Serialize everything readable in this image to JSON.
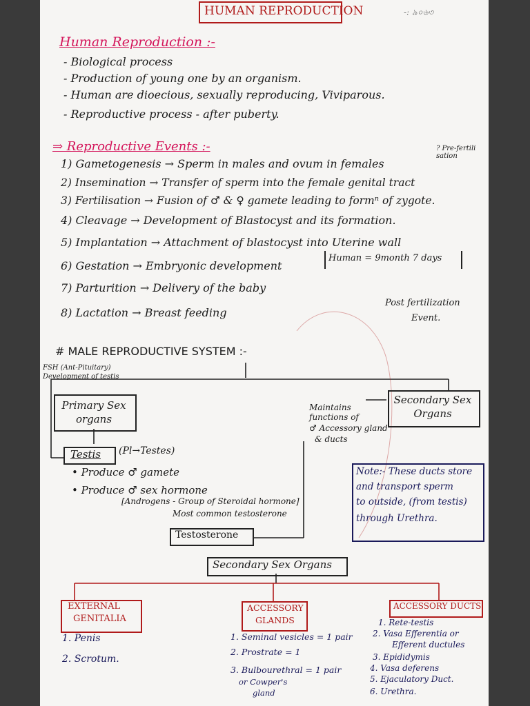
{
  "title": "HUMAN REPRODUCTION",
  "corner_scrawl": "-: ৯০৬৩",
  "intro": {
    "heading": "Human Reproduction :-",
    "bullets": [
      "- Biological process",
      "- Production of young one by an organism.",
      "- Human are dioecious, sexually reproducing, Viviparous.",
      "- Reproductive process - after puberty."
    ]
  },
  "events": {
    "heading": "⇒ Reproductive Events :-",
    "items": [
      "1) Gametogenesis → Sperm in males and ovum in females",
      "2) Insemination → Transfer of sperm into the female genital tract",
      "3) Fertilisation → Fusion of ♂ & ♀ gamete leading to formⁿ of zygote.",
      "4) Cleavage → Development of Blastocyst and its formation.",
      "5) Implantation → Attachment of blastocyst into Uterine wall",
      "6) Gestation → Embryonic development",
      "7) Parturition → Delivery of the baby",
      "8) Lactation → Breast feeding"
    ],
    "pre_note": "? Pre-fertili sation",
    "gestation_note": "Human = 9month 7 days",
    "post_note_1": "Post fertilization",
    "post_note_2": "Event."
  },
  "male": {
    "heading": "# MALE REPRODUCTIVE SYSTEM :-",
    "fsh_line1": "FSH (Ant-Pituitary)",
    "fsh_line2": "Development of testis",
    "primary_box": "Primary Sex organs",
    "maintains": [
      "Maintains",
      "functions of",
      "♂ Accessory gland",
      "& ducts"
    ],
    "secondary_box": "Secondary Sex Organs",
    "testis_box": "Testis",
    "testis_note": "(Pl→Testes)",
    "produce_1": "• Produce ♂ gamete",
    "produce_2": "• Produce ♂ sex hormone",
    "androgens": "[Androgens - Group of Steroidal hormone]",
    "most_common": "Most common testosterone",
    "testosterone_box": "Testosterone",
    "note_lines": [
      "Note:- These ducts store",
      "and transport sperm",
      "to outside, (from testis)",
      "through Urethra."
    ],
    "secondary_center": "Secondary Sex Organs",
    "external": {
      "title": [
        "EXTERNAL",
        "GENITALIA"
      ],
      "items": [
        "1. Penis",
        "2. Scrotum."
      ]
    },
    "glands": {
      "title": [
        "ACCESSORY",
        "GLANDS"
      ],
      "items": [
        "1. Seminal vesicles = 1 pair",
        "2. Prostrate = 1",
        "3. Bulbourethral = 1 pair",
        "or Cowper's",
        "gland"
      ]
    },
    "ducts": {
      "title": "ACCESSORY DUCTS",
      "items": [
        "1. Rete-testis",
        "2. Vasa Efferentia or",
        "Efferent ductules",
        "3. Epididymis",
        "4. Vasa deferens",
        "5. Ejaculatory Duct.",
        "6. Urethra."
      ]
    }
  }
}
